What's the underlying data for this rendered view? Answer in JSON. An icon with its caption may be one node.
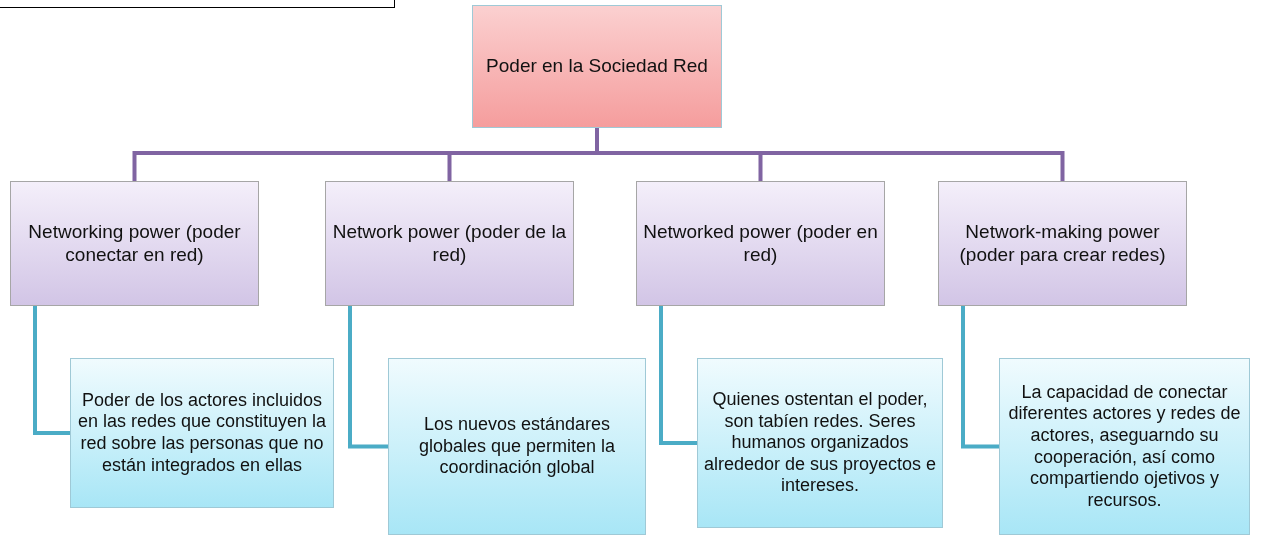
{
  "diagram": {
    "nodes": [
      {
        "text": [
          "Poder en la Sociedad Red"
        ]
      },
      {
        "text": [
          "Networking power (poder conectar en red)"
        ]
      },
      {
        "text": [
          "Network power (poder de la red)"
        ]
      },
      {
        "text": [
          "Networked power (poder en red)"
        ]
      },
      {
        "text": [
          "Network-making power (poder para crear redes)"
        ]
      },
      {
        "text": [
          "Poder de los actores incluidos en las redes que constituyen la red sobre las personas que no están integrados en ellas"
        ]
      },
      {
        "text": [
          "Los nuevos estándares globales que permiten la coordinación global"
        ]
      },
      {
        "text": [
          "Quienes ostentan el poder, son tabíen redes. Seres humanos organizados alrededor de sus proyectos e intereses."
        ]
      },
      {
        "text": [
          "La capacidad de conectar diferentes actores y redes de actores, aseguarndo su cooperación, así como compartiendo ojetivos y recursos."
        ]
      }
    ],
    "edges": [
      {
        "from": 0,
        "to": 1,
        "arrow": "none"
      },
      {
        "from": 0,
        "to": 2,
        "arrow": "none"
      },
      {
        "from": 0,
        "to": 3,
        "arrow": "none"
      },
      {
        "from": 0,
        "to": 4,
        "arrow": "none"
      },
      {
        "from": 1,
        "to": 5,
        "arrow": "none",
        "color": "#4bacc6"
      },
      {
        "from": 2,
        "to": 6,
        "arrow": "none",
        "color": "#4bacc6"
      },
      {
        "from": 3,
        "to": 7,
        "arrow": "none",
        "color": "#4bacc6"
      },
      {
        "from": 4,
        "to": 8,
        "arrow": "none",
        "color": "#4bacc6"
      }
    ]
  }
}
